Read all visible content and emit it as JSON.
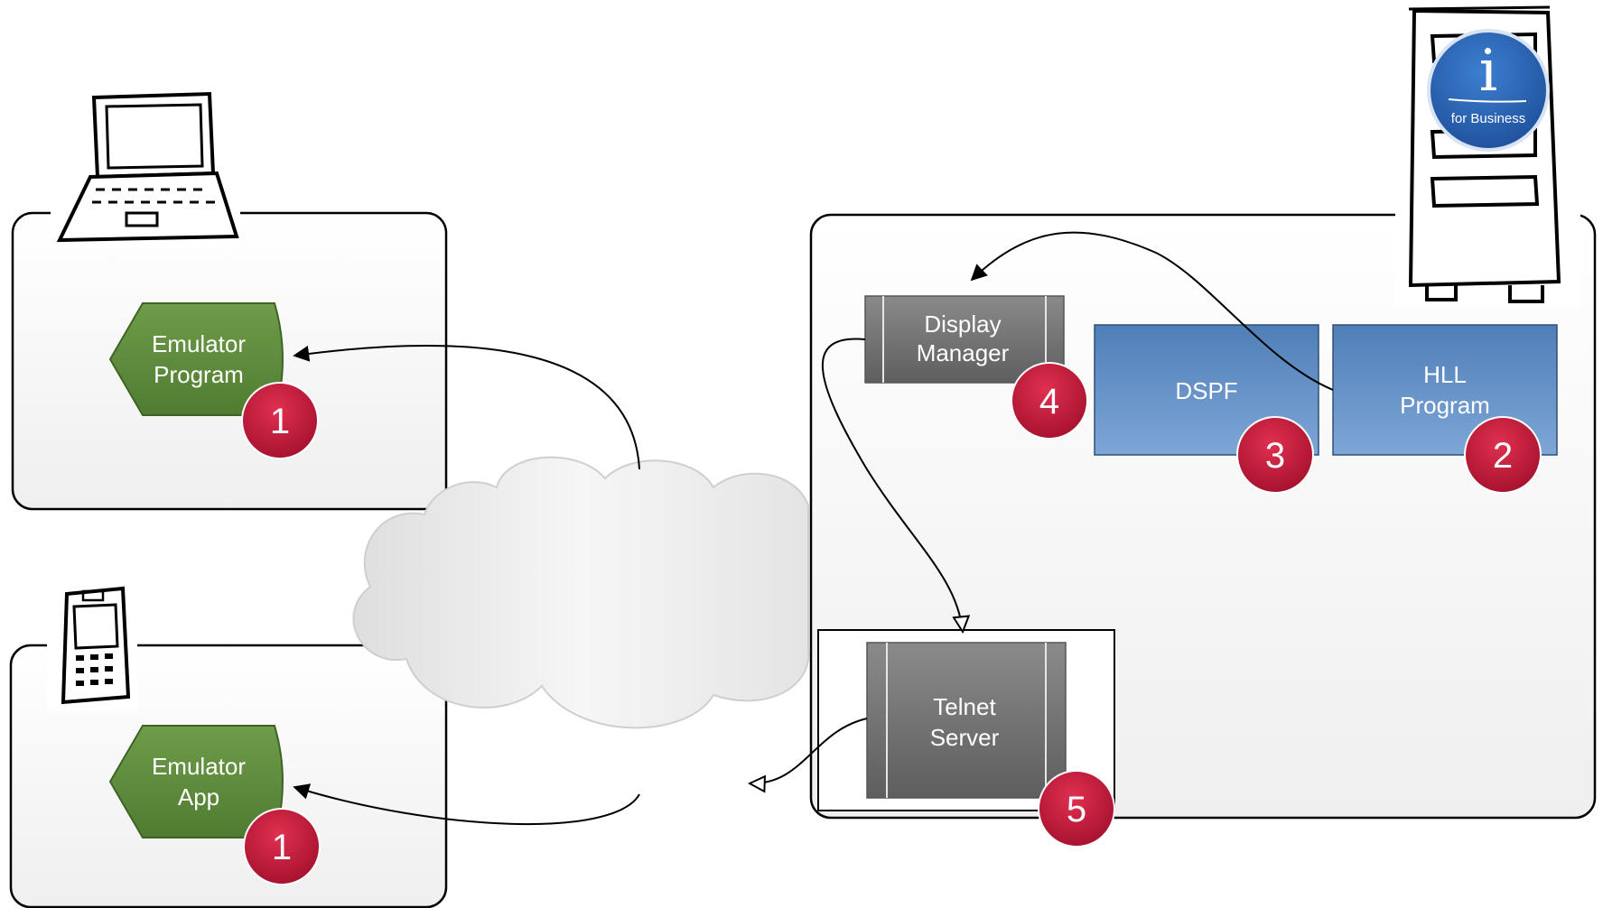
{
  "nodes": {
    "emulator_program": {
      "line1": "Emulator",
      "line2": "Program"
    },
    "emulator_app": {
      "line1": "Emulator",
      "line2": "App"
    },
    "display_manager": {
      "line1": "Display",
      "line2": "Manager"
    },
    "dspf": {
      "label": "DSPF"
    },
    "hll_program": {
      "line1": "HLL",
      "line2": "Program"
    },
    "telnet_server": {
      "line1": "Telnet",
      "line2": "Server"
    }
  },
  "badges": {
    "emulator_program": "1",
    "emulator_app": "1",
    "hll_program": "2",
    "dspf": "3",
    "display_manager": "4",
    "telnet_server": "5"
  },
  "server_logo": {
    "letter": "i",
    "text": "for Business"
  },
  "colors": {
    "green_node": "#5c8a3a",
    "blue_node": "#5b8cc6",
    "gray_node": "#6f6f6f",
    "badge_red": "#c8173a"
  },
  "icons": [
    "laptop-icon",
    "mobile-phone-icon",
    "server-tower-icon",
    "cloud-icon"
  ]
}
